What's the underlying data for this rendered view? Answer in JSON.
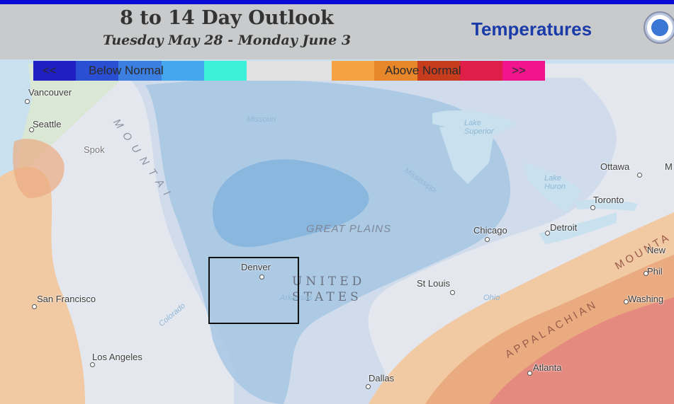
{
  "header": {
    "title": "8 to 14 Day Outlook",
    "subtitle": "Tuesday May 28 - Monday June 3",
    "variable": "Temperatures"
  },
  "legend": {
    "prev_label": "<<",
    "below_label": "Below Normal",
    "above_label": "Above Normal",
    "next_label": ">>",
    "colors": [
      "#1f1fc4",
      "#2b4fd2",
      "#3b7fe0",
      "#45a8ee",
      "#3ef0d8",
      "#e2e2e2",
      "#e2e2e2",
      "#f4a244",
      "#e8862a",
      "#c83c1e",
      "#e01e4a",
      "#f0158c"
    ]
  },
  "colors": {
    "ocean": "#c9e1ee",
    "land": "#dbe7d5",
    "near_normal": "#e4e7ee",
    "below_light": "#d0dcec",
    "below_medium": "#a9c8e4",
    "below_dark": "#8ab7de",
    "above_light": "#f1c9a3",
    "above_medium": "#ebab81",
    "above_dark": "#e58a7e"
  },
  "cities": {
    "vancouver": "Vancouver",
    "seattle": "Seattle",
    "spokane": "Spok",
    "san_francisco": "San Francisco",
    "los_angeles": "Los Angeles",
    "denver": "Denver",
    "dallas": "Dallas",
    "st_louis": "St Louis",
    "chicago": "Chicago",
    "detroit": "Detroit",
    "toronto": "Toronto",
    "ottawa": "Ottawa",
    "ottawa_clip": "M",
    "new_york": "New",
    "philadelphia": "Phil",
    "washington": "Washing",
    "atlanta": "Atlanta"
  },
  "regions": {
    "great_plains": "GREAT PLAINS",
    "united": "UNITED",
    "states": "STATES",
    "mountains": "MOUNTAI",
    "appalachian": "APPALACHIAN",
    "appalachian_mtn": "MOUNTA",
    "missouri": "Missouri",
    "mississippi": "Mississippi",
    "arkansas": "Arkansas",
    "ohio": "Ohio",
    "colorado": "Colorado",
    "lake_superior": "Lake Superior",
    "lake_huron": "Lake Huron"
  }
}
